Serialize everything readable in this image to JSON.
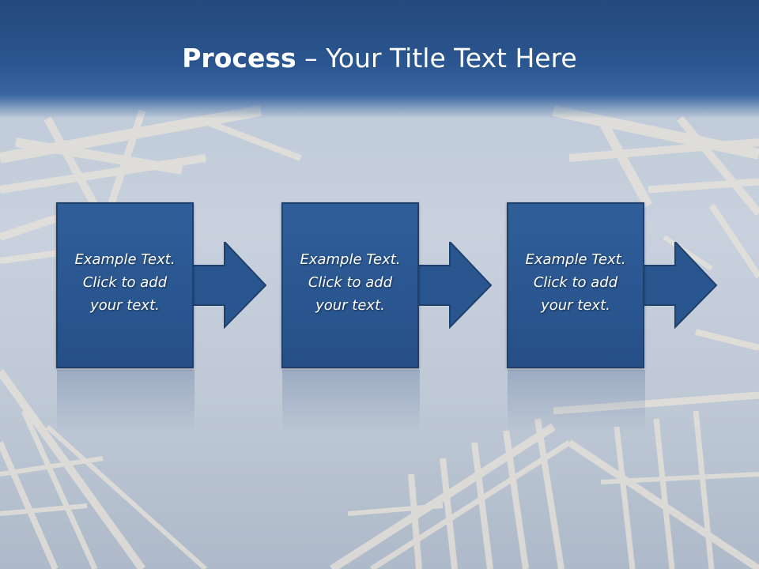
{
  "slide": {
    "title_bold": "Process",
    "title_rest": " – Your Title Text Here"
  },
  "steps": [
    {
      "line1": "Example Text.",
      "line2": "Click  to add",
      "line3": "your text."
    },
    {
      "line1": "Example Text.",
      "line2": "Click  to add",
      "line3": "your text."
    },
    {
      "line1": "Example Text.",
      "line2": "Click  to add",
      "line3": "your text."
    }
  ],
  "colors": {
    "title_bar": "#2b5690",
    "box_fill": "#2a5690",
    "box_border": "#1f3f6c",
    "text": "#ffffff"
  }
}
